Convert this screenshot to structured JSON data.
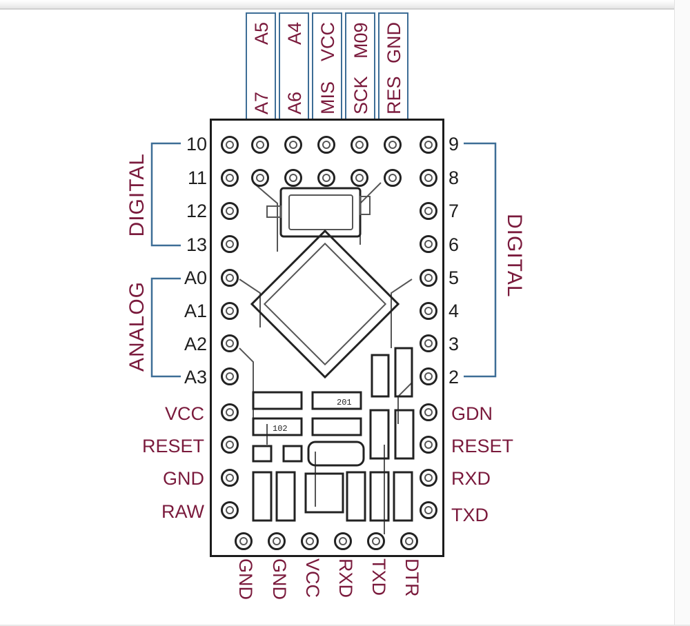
{
  "colors": {
    "label": "#7a1a3c",
    "pin_number": "#1e1e1e",
    "bracket": "#3d6d96",
    "outline": "#1c1c1c"
  },
  "top_header": [
    {
      "a": "A5",
      "b": "A7"
    },
    {
      "a": "A4",
      "b": "A6"
    },
    {
      "a": "VCC",
      "b": "MIS"
    },
    {
      "a": "M09",
      "b": "SCK"
    },
    {
      "a": "GND",
      "b": "RES"
    }
  ],
  "left_digital": {
    "group": "DIGITAL",
    "pins": [
      "10",
      "11",
      "12",
      "13"
    ]
  },
  "left_analog": {
    "group": "ANALOG",
    "pins": [
      "A0",
      "A1",
      "A2",
      "A3"
    ]
  },
  "left_power": [
    "VCC",
    "RESET",
    "GND",
    "RAW"
  ],
  "right_digital": {
    "group": "DIGITAL",
    "pins": [
      "9",
      "8",
      "7",
      "6",
      "5",
      "4",
      "3",
      "2"
    ]
  },
  "right_power": [
    "GDN",
    "RESET",
    "RXD",
    "TXD"
  ],
  "bottom_header": [
    "GND",
    "GND",
    "VCC",
    "RXD",
    "TXD",
    "DTR"
  ],
  "chip_markings": {
    "r1": "201",
    "r2": "102"
  }
}
